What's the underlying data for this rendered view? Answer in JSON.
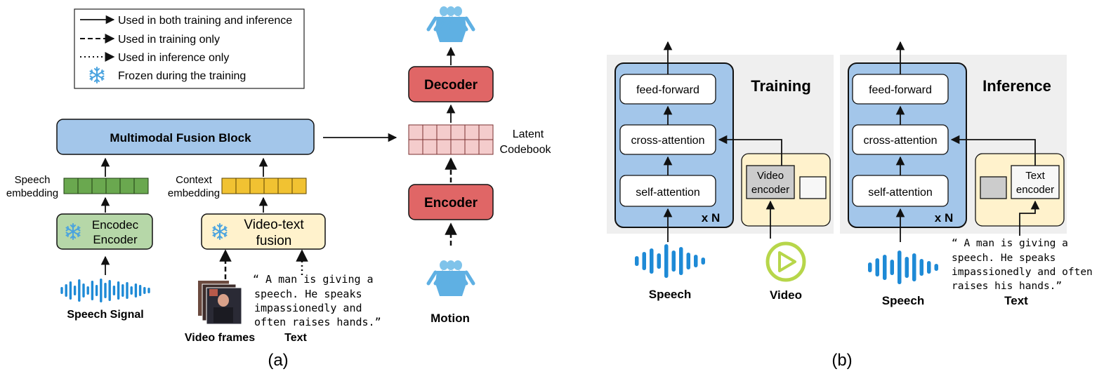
{
  "legend": {
    "items": [
      {
        "label": "Used in both training and inference"
      },
      {
        "label": "Used in training only"
      },
      {
        "label": "Used in inference only"
      },
      {
        "label": "Frozen during the training"
      }
    ]
  },
  "panel_a": {
    "caption": "(a)",
    "fusion_block": "Multimodal Fusion Block",
    "speech_embedding": [
      "Speech",
      "embedding"
    ],
    "context_embedding": [
      "Context",
      "embedding"
    ],
    "encodec": [
      "Encodec",
      "Encoder"
    ],
    "video_text_fusion": [
      "Video-text",
      "fusion"
    ],
    "speech_signal": "Speech Signal",
    "video_frames": "Video frames",
    "text_label": "Text",
    "text_quote": [
      "“ A man is giving a",
      "speech. He speaks",
      "impassionedly and",
      "often raises hands.”"
    ],
    "decoder": "Decoder",
    "encoder": "Encoder",
    "latent_codebook": [
      "Latent",
      "Codebook"
    ],
    "motion": "Motion"
  },
  "panel_b": {
    "caption": "(b)",
    "training": {
      "title": "Training",
      "feed_forward": "feed-forward",
      "cross_attention": "cross-attention",
      "self_attention": "self-attention",
      "repeat": "x N",
      "encoder_label": [
        "Video",
        "encoder"
      ],
      "speech": "Speech",
      "video": "Video"
    },
    "inference": {
      "title": "Inference",
      "feed_forward": "feed-forward",
      "cross_attention": "cross-attention",
      "self_attention": "self-attention",
      "repeat": "x N",
      "encoder_label": [
        "Text",
        "encoder"
      ],
      "speech": "Speech",
      "text_label": "Text",
      "text_quote": [
        "“ A man is giving a",
        "speech. He speaks",
        "impassionedly and often",
        "raises his hands.”"
      ]
    }
  },
  "colors": {
    "blue_block": "#a3c6ea",
    "red_block": "#e06666",
    "green_block": "#b6d7a8",
    "cream_block": "#fff2cc",
    "green_cells": "#6aa84f",
    "yellow_cells": "#f1c232",
    "pink_cells": "#f4cccc",
    "wave_blue": "#1e8ad6",
    "panel_gray": "#efefef",
    "encoder_gray": "#cccccc",
    "play_green": "#b7d64a"
  }
}
